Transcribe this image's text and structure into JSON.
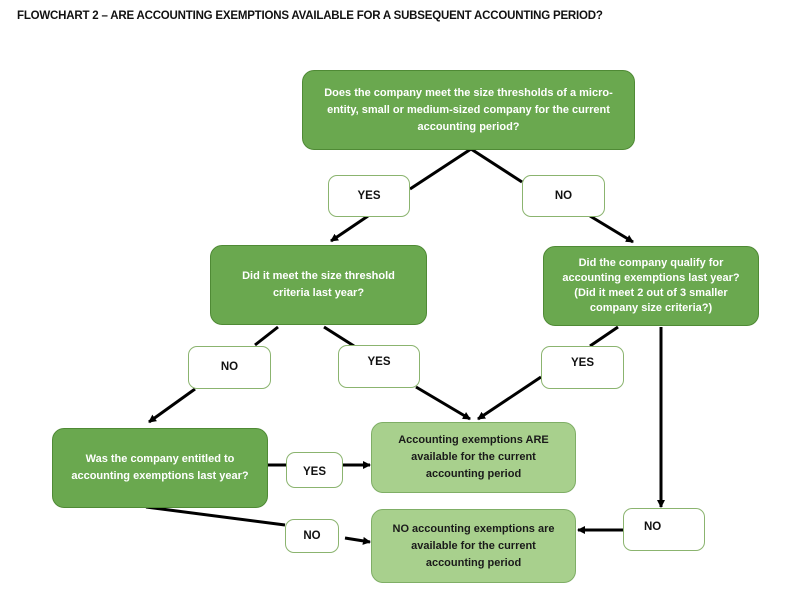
{
  "title": "FLOWCHART 2 – ARE ACCOUNTING EXEMPTIONS AVAILABLE FOR A SUBSEQUENT ACCOUNTING PERIOD?",
  "colors": {
    "decision_fill": "#6aa84f",
    "outcome_fill": "#a8d08d",
    "label_border": "#8bb46f",
    "arrow": "#000000"
  },
  "nodes": {
    "q1": "Does the company meet the size thresholds of a micro-entity, small or medium-sized company for the current accounting period?",
    "q2": "Did it meet the size threshold criteria last year?",
    "q3": "Did the company qualify for accounting exemptions last year? (Did it meet 2 out of 3 smaller company size criteria?)",
    "q4": "Was the company entitled to accounting exemptions last year?",
    "outcome_yes": "Accounting exemptions ARE available for the current accounting period",
    "outcome_no": "NO accounting exemptions are available for the current accounting period"
  },
  "labels": {
    "q1_yes": "YES",
    "q1_no": "NO",
    "q2_no": "NO",
    "q2_yes": "YES",
    "q3_yes": "YES",
    "q4_yes": "YES",
    "q4_no": "NO",
    "q3_no": "NO"
  },
  "edges": [
    {
      "from": "q1",
      "label": "YES",
      "to": "q2"
    },
    {
      "from": "q1",
      "label": "NO",
      "to": "q3"
    },
    {
      "from": "q2",
      "label": "NO",
      "to": "q4"
    },
    {
      "from": "q2",
      "label": "YES",
      "to": "outcome_yes"
    },
    {
      "from": "q3",
      "label": "YES",
      "to": "outcome_yes"
    },
    {
      "from": "q3",
      "label": "NO",
      "to": "outcome_no"
    },
    {
      "from": "q4",
      "label": "YES",
      "to": "outcome_yes"
    },
    {
      "from": "q4",
      "label": "NO",
      "to": "outcome_no"
    }
  ]
}
